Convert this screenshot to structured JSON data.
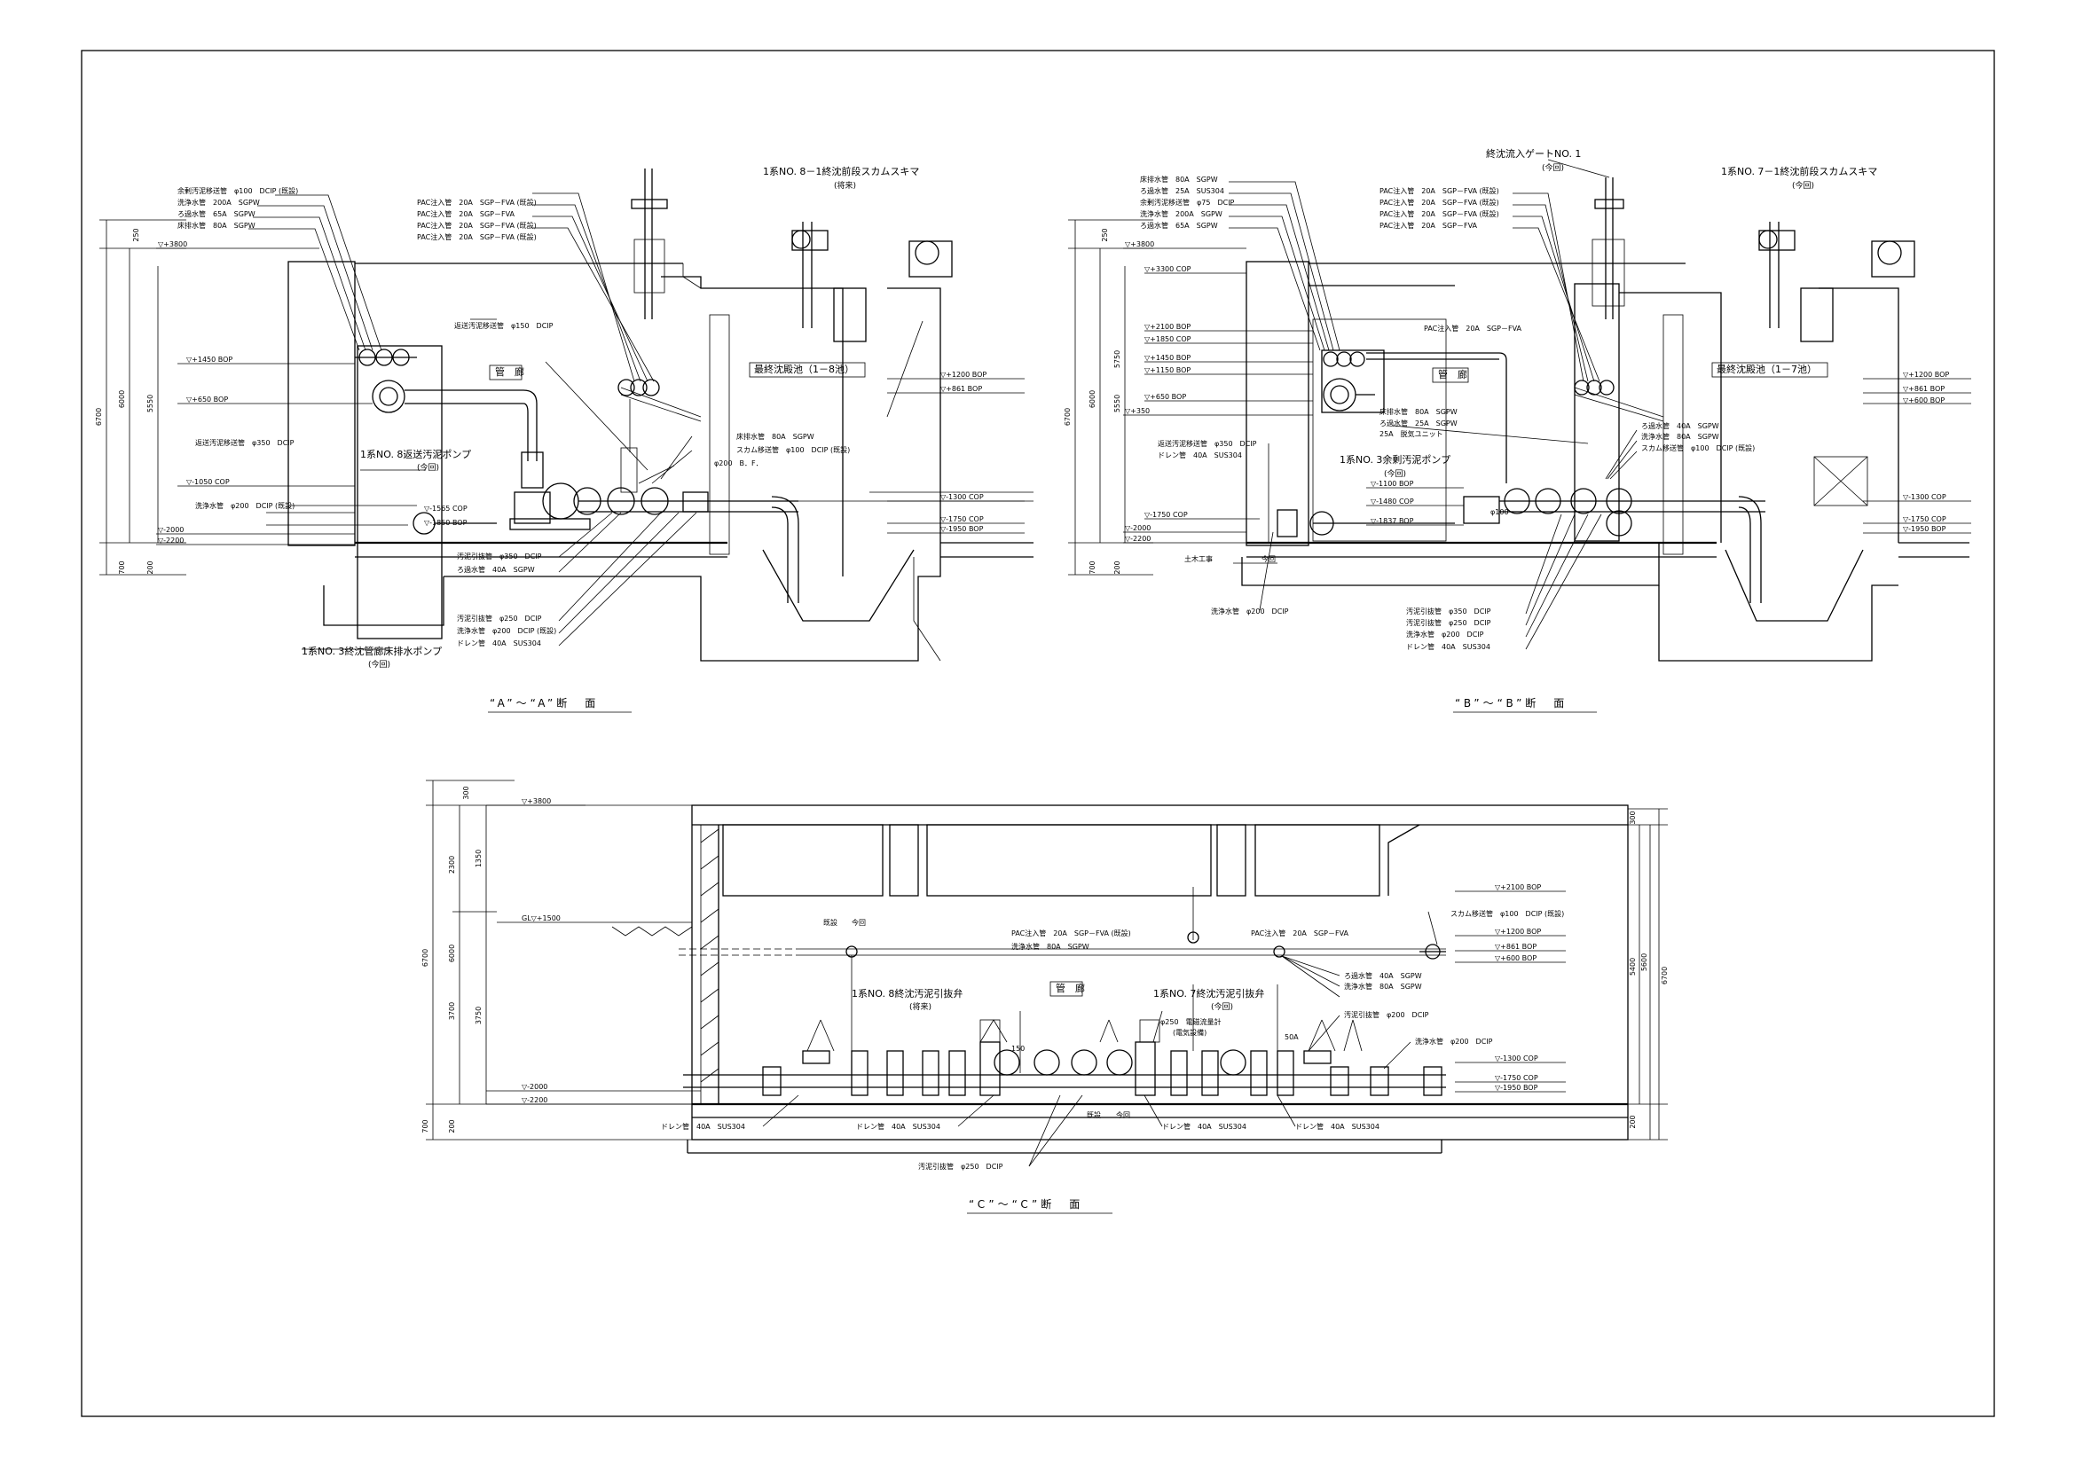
{
  "sections": {
    "a": {
      "title": "“A”～“A”断　面",
      "equipment": {
        "skimmer": "1系NO. 8－1終沈前段スカムスキマ",
        "skimmer_note": "(将来)",
        "return_pump": "1系NO. 8返送汚泥ポンプ",
        "return_pump_note": "(今回)",
        "drain_pump": "1系NO. 3終沈管廊床排水ポンプ",
        "drain_pump_note": "(今回)",
        "gallery": "管　廊",
        "basin": "最終沈殿池（1－8池）"
      },
      "pipes_left": [
        "余剰汚泥移送管　φ100　DCIP (既設)",
        "洗浄水管　200A　SGPW",
        "ろ過水管　65A　SGPW",
        "床排水管　80A　SGPW"
      ],
      "pipes_pac": [
        "PAC注入管　20A　SGP－FVA (既設)",
        "PAC注入管　20A　SGP－FVA",
        "PAC注入管　20A　SGP－FVA (既設)",
        "PAC注入管　20A　SGP－FVA (既設)"
      ],
      "pipe_labels": {
        "return_150": "返送汚泥移送管　φ150　DCIP",
        "return_350": "返送汚泥移送管　φ350　DCIP",
        "wash_200": "洗浄水管　φ200　DCIP (既設)",
        "floor_drain": "床排水管　80A　SGPW",
        "scum": "スカム移送管　φ100　DCIP (既設)",
        "bf": "φ200　B．F．",
        "sludge_350": "汚泥引抜管　φ350　DCIP",
        "ro_40": "ろ過水管　40A　SGPW",
        "sludge_250": "汚泥引抜管　φ250　DCIP",
        "wash_dcip": "洗浄水管　φ200　DCIP (既設)",
        "drain_sus": "ドレン管　40A　SUS304"
      },
      "levels_left": [
        "▽+3800",
        "▽+1450 BOP",
        "▽+650 BOP",
        "▽-1050 COP",
        "▽-1565 COP",
        "▽-1850 BOP",
        "▽-2000",
        "▽-2200"
      ],
      "levels_right": [
        "▽+1200 BOP",
        "▽+861 BOP",
        "▽-1300 COP",
        "▽-1750 COP",
        "▽-1950 BOP"
      ],
      "dims": [
        "250",
        "6700",
        "6000",
        "5550",
        "700",
        "200"
      ]
    },
    "b": {
      "title": "“B”～“B”断　面",
      "equipment": {
        "gate": "終沈流入ゲートNO. 1",
        "gate_note": "(今回)",
        "skimmer": "1系NO. 7－1終沈前段スカムスキマ",
        "skimmer_note": "(今回)",
        "surplus_pump": "1系NO. 3余剰汚泥ポンプ",
        "surplus_pump_note": "(今回)",
        "gallery": "管　廊",
        "basin": "最終沈殿池（1－7池）",
        "civil": "土木工事",
        "this_time": "今回",
        "unit": "25A　脱気ユニット"
      },
      "pipes_left": [
        "床排水管　80A　SGPW",
        "ろ過水管　25A　SUS304",
        "余剰汚泥移送管　φ75　DCIP",
        "洗浄水管　200A　SGPW",
        "ろ過水管　65A　SGPW"
      ],
      "pipes_pac": [
        "PAC注入管　20A　SGP－FVA (既設)",
        "PAC注入管　20A　SGP－FVA (既設)",
        "PAC注入管　20A　SGP－FVA (既設)",
        "PAC注入管　20A　SGP－FVA"
      ],
      "pipe_labels": {
        "pac_mid": "PAC注入管　20A　SGP－FVA",
        "floor_drain": "床排水管　80A　SGPW",
        "ro_25": "ろ過水管　25A　SGPW",
        "return_350": "返送汚泥移送管　φ350　DCIP",
        "drain_sus": "ドレン管　40A　SUS304",
        "ro_40": "ろ過水管　40A　SGPW",
        "wash_80": "洗浄水管　80A　SGPW",
        "scum": "スカム移送管　φ100　DCIP (既設)",
        "wash_200": "洗浄水管　φ200　DCIP",
        "sludge_350": "汚泥引抜管　φ350　DCIP",
        "sludge_250": "汚泥引抜管　φ250　DCIP",
        "wash_dcip": "洗浄水管　φ200　DCIP",
        "drain_sus2": "ドレン管　40A　SUS304",
        "phi100": "φ100"
      },
      "levels_left": [
        "▽+3800",
        "▽+3300 COP",
        "▽+2100 BOP",
        "▽+1850 COP",
        "▽+1450 BOP",
        "▽+1150 BOP",
        "▽+650 BOP",
        "▽+350",
        "▽-1100 BOP",
        "▽-1480 COP",
        "▽-1750 COP",
        "▽-1837 BOP",
        "▽-2000",
        "▽-2200"
      ],
      "levels_right": [
        "▽+1200 BOP",
        "▽+861 BOP",
        "▽+600 BOP",
        "▽-1300 COP",
        "▽-1750 COP",
        "▽-1950 BOP"
      ],
      "dims": [
        "250",
        "6700",
        "6000",
        "5750",
        "5550",
        "700",
        "200"
      ]
    },
    "c": {
      "title": "“C”～“C”断　面",
      "equipment": {
        "valve8": "1系NO. 8終沈汚泥引抜弁",
        "valve8_note": "(将来)",
        "valve7": "1系NO. 7終沈汚泥引抜弁",
        "valve7_note": "(今回)",
        "gallery": "管　廊",
        "meter": "φ250　電磁流量計",
        "meter_note": "(電気設備)",
        "existing": "既設",
        "this_time": "今回"
      },
      "pipe_labels": {
        "pac_exist": "PAC注入管　20A　SGP－FVA (既設)",
        "pac_new": "PAC注入管　20A　SGP－FVA",
        "wash_80": "洗浄水管　80A　SGPW",
        "scum": "スカム移送管　φ100　DCIP (既設)",
        "ro_40": "ろ過水管　40A　SGPW",
        "wash_80b": "洗浄水管　80A　SGPW",
        "sludge_200": "汚泥引抜管　φ200　DCIP",
        "wash_200": "洗浄水管　φ200　DCIP",
        "drain": "ドレン管　40A　SUS304",
        "sludge_250": "汚泥引抜管　φ250　DCIP",
        "dim_50a": "50A",
        "dim_150": "150"
      },
      "levels_left": [
        "▽+3800",
        "GL▽+1500",
        "▽-2000",
        "▽-2200"
      ],
      "levels_right": [
        "▽+2100 BOP",
        "▽+1200 BOP",
        "▽+861 BOP",
        "▽+600 BOP",
        "▽-1300 COP",
        "▽-1750 COP",
        "▽-1950 BOP"
      ],
      "dims_left": [
        "300",
        "6700",
        "6000",
        "2300",
        "1350",
        "3700",
        "3750",
        "700",
        "200"
      ],
      "dims_right": [
        "5400",
        "5600",
        "6700",
        "200",
        "300"
      ]
    }
  }
}
